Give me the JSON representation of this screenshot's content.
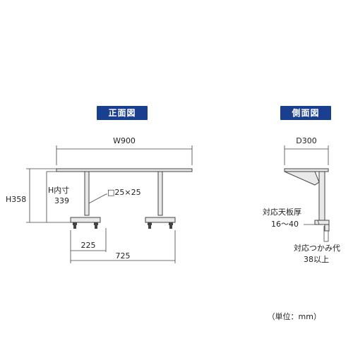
{
  "front_view": {
    "title": "正面図",
    "width_label": "W900",
    "height_label": "H358",
    "inner_height_label": "H内寸",
    "inner_height_value": "339",
    "pipe_label": "□25×25",
    "foot_offset_label": "225",
    "foot_span_label": "725"
  },
  "side_view": {
    "title": "側面図",
    "depth_label": "D300",
    "board_thickness_label": "対応天板厚",
    "board_thickness_value": "16～40",
    "clamp_label": "対応つかみ代",
    "clamp_value": "38以上"
  },
  "unit_note": "（単位：mm）",
  "colors": {
    "badge": "#1b3f8f",
    "line": "#444444"
  }
}
